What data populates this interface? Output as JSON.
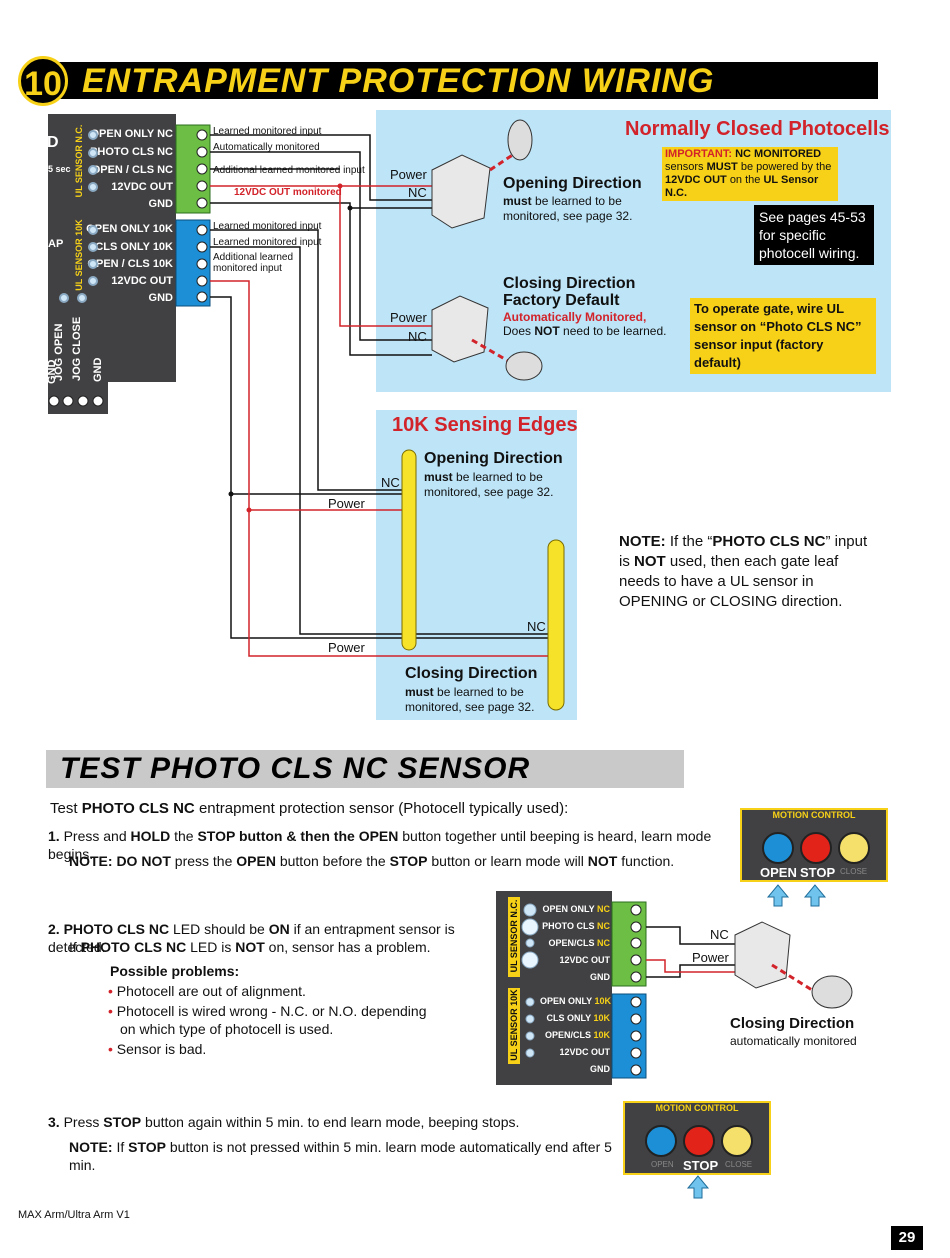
{
  "header": {
    "step_number": "10",
    "title": "ENTRAPMENT PROTECTION WIRING"
  },
  "panel_top": {
    "ul_nc_tag": "UL SENSOR N.C.",
    "ul_10k_tag": "UL SENSOR 10K",
    "left_fragment_sec": "5 sec",
    "left_fragment_ap": "AP",
    "left_fragment_d": "D",
    "nc_terminals": [
      "OPEN ONLY NC",
      "PHOTO CLS NC",
      "OPEN / CLS NC",
      "12VDC OUT",
      "GND"
    ],
    "k_terminals": [
      "OPEN ONLY 10K",
      "CLS ONLY 10K",
      "OPEN / CLS 10K",
      "12VDC OUT",
      "GND"
    ],
    "jog_labels": [
      "GND",
      "JOG OPEN",
      "JOG CLOSE",
      "GND"
    ],
    "wire_notes": {
      "learned_1": "Learned monitored input",
      "auto": "Automatically monitored",
      "additional_1": "Additional learned monitored input",
      "out_monitored": "12VDC OUT monitored",
      "learned_2": "Learned monitored input",
      "learned_3": "Learned monitored input",
      "additional_2": "Additional learned monitored input"
    }
  },
  "photocells": {
    "heading": "Normally Closed Photocells",
    "important_label": "IMPORTANT:",
    "important_text_1": "NC MONITORED",
    "important_text_2": "sensors",
    "important_must": "MUST",
    "important_text_3": "be powered by the",
    "important_out": "12VDC OUT",
    "important_text_4": "on the",
    "important_ul": "UL Sensor N.C.",
    "see_pages": "See pages 45-53 for specific photocell wiring.",
    "opening_title": "Opening Direction",
    "opening_must": "must",
    "opening_text": "be learned to be monitored, see page 32.",
    "closing_title_1": "Closing Direction",
    "closing_title_2": "Factory Default",
    "closing_auto": "Automatically Monitored,",
    "closing_does": "Does",
    "closing_not": "NOT",
    "closing_text": "need to be learned.",
    "operate_note": "To operate gate, wire UL sensor on “Photo CLS NC” sensor input (factory default)",
    "power": "Power",
    "nc": "NC"
  },
  "edges": {
    "heading": "10K Sensing Edges",
    "opening_title": "Opening Direction",
    "opening_must": "must",
    "opening_text": "be learned to be monitored, see page 32.",
    "closing_title": "Closing Direction",
    "closing_must": "must",
    "closing_text": "be learned to be monitored, see page 32.",
    "nc": "NC",
    "power": "Power"
  },
  "side_note": {
    "label": "NOTE:",
    "t1": "If the “",
    "bold1": "PHOTO CLS NC",
    "t2": "” input is",
    "bold2": "NOT",
    "t3": "used, then each gate leaf needs to have a UL sensor in OPENING or CLOSING direction."
  },
  "test": {
    "title": "TEST PHOTO CLS NC SENSOR",
    "intro_1": "Test",
    "intro_bold": "PHOTO CLS NC",
    "intro_2": "entrapment protection sensor (Photocell typically used):",
    "step1_num": "1.",
    "step1_a": "Press and",
    "step1_hold": "HOLD",
    "step1_b": "the",
    "step1_stop": "STOP button & then the OPEN",
    "step1_c": "button together until beeping is heard, learn mode begins.",
    "note1_label": "NOTE: DO NOT",
    "note1_a": "press the",
    "note1_open": "OPEN",
    "note1_b": "button before the",
    "note1_stop": "STOP",
    "note1_c": "button or learn mode will",
    "note1_not": "NOT",
    "note1_d": "function.",
    "step2_num": "2.",
    "step2_led": "PHOTO CLS NC",
    "step2_a": "LED should be",
    "step2_on": "ON",
    "step2_b": "if an entrapment sensor is detected.",
    "step2_c": "If",
    "step2_led2": "PHOTO CLS NC",
    "step2_d": "LED is",
    "step2_not": "NOT",
    "step2_e": "on, sensor has a problem.",
    "problems_title": "Possible problems:",
    "problems": [
      "Photocell are out of alignment.",
      "Photocell is wired wrong - N.C. or N.O. depending on which type of photocell is used.",
      "Sensor is bad."
    ],
    "step3_num": "3.",
    "step3_a": "Press",
    "step3_stop": "STOP",
    "step3_b": "button again within 5 min. to end learn mode, beeping stops.",
    "note3_label": "NOTE:",
    "note3_a": "If",
    "note3_stop": "STOP",
    "note3_b": "button is not pressed within 5 min. learn mode automatically end after 5 min."
  },
  "motion_control_1": {
    "title": "MOTION CONTROL",
    "open": "OPEN",
    "stop": "STOP",
    "close": "CLOSE"
  },
  "motion_control_2": {
    "title": "MOTION CONTROL",
    "open": "OPEN",
    "stop": "STOP",
    "close": "CLOSE"
  },
  "panel_small": {
    "ul_nc_tag": "UL SENSOR N.C.",
    "ul_10k_tag": "UL SENSOR 10K",
    "nc_rows": [
      {
        "name": "OPEN ONLY",
        "suffix": "NC"
      },
      {
        "name": "PHOTO CLS",
        "suffix": "NC"
      },
      {
        "name": "OPEN/CLS",
        "suffix": "NC"
      },
      {
        "name": "12VDC OUT",
        "suffix": ""
      },
      {
        "name": "GND",
        "suffix": ""
      }
    ],
    "k_rows": [
      {
        "name": "OPEN ONLY",
        "suffix": "10K"
      },
      {
        "name": "CLS ONLY",
        "suffix": "10K"
      },
      {
        "name": "OPEN/CLS",
        "suffix": "10K"
      },
      {
        "name": "12VDC OUT",
        "suffix": ""
      },
      {
        "name": "GND",
        "suffix": ""
      }
    ],
    "nc": "NC",
    "power": "Power",
    "closing_title": "Closing Direction",
    "closing_sub": "automatically monitored"
  },
  "footer": {
    "model": "MAX Arm/Ultra Arm V1",
    "page": "29"
  },
  "colors": {
    "yellow": "#f7d117",
    "red": "#d2232a",
    "light_blue": "#bde4f7",
    "panel": "#414143",
    "green": "#6cbe45",
    "blue_terminal": "#1c8fd6"
  }
}
